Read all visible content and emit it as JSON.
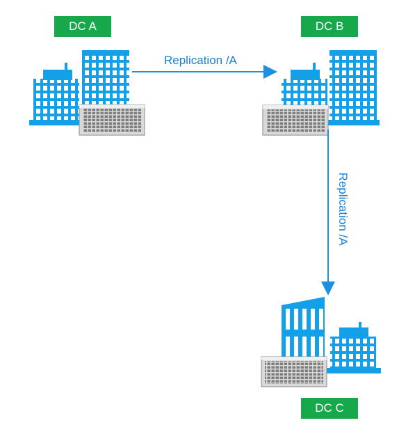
{
  "datacenters": [
    {
      "id": "a",
      "label": "DC A"
    },
    {
      "id": "b",
      "label": "DC B"
    },
    {
      "id": "c",
      "label": "DC C"
    }
  ],
  "links": [
    {
      "from": "DC A",
      "to": "DC B",
      "label": "Replication /A"
    },
    {
      "from": "DC B",
      "to": "DC C",
      "label": "Replication /A"
    }
  ],
  "colors": {
    "building": "#14a0e8",
    "window": "#ffffff",
    "label_bg": "#17a84b",
    "arrow": "#1b8fe0",
    "server": "#d9d9d9"
  }
}
